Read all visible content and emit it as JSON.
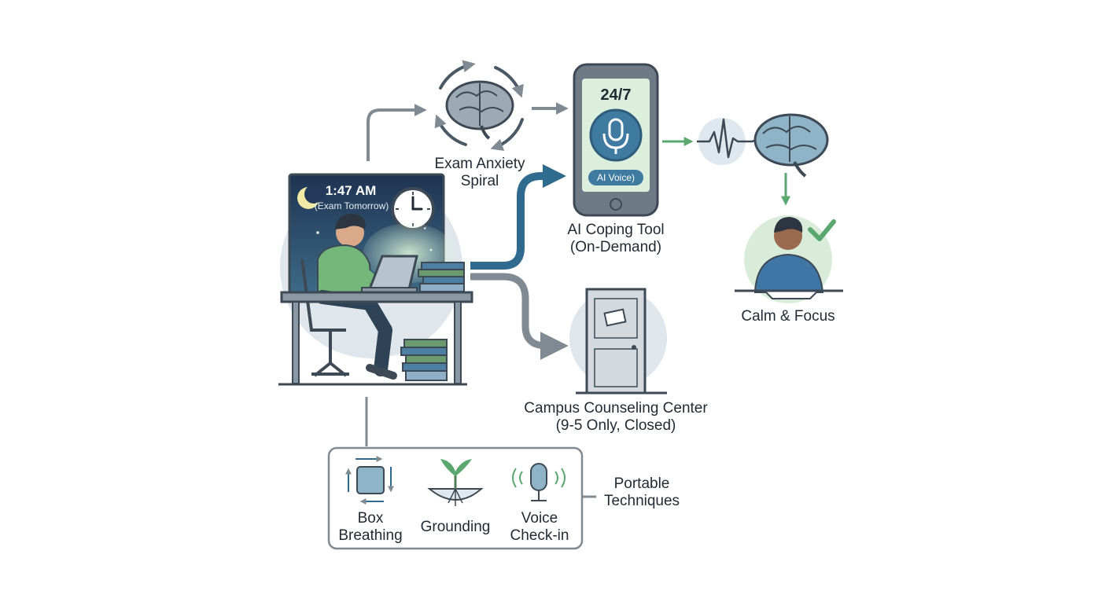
{
  "student_scene": {
    "time": "1:47 AM",
    "note": "(Exam Tomorrow)"
  },
  "anxiety": {
    "line1": "Exam Anxiety",
    "line2": "Spiral"
  },
  "phone": {
    "badge": "24/7",
    "pill": "AI Voice)"
  },
  "ai_tool": {
    "line1": "AI Coping Tool",
    "line2": "(On-Demand)"
  },
  "outcome": {
    "label": "Calm & Focus"
  },
  "counseling": {
    "line1": "Campus Counseling Center",
    "line2": "(9-5 Only, Closed)"
  },
  "techniques": {
    "title_line1": "Portable",
    "title_line2": "Techniques",
    "items": [
      {
        "line1": "Box",
        "line2": "Breathing",
        "icon": "box-breathing-icon"
      },
      {
        "line1": "Grounding",
        "line2": "",
        "icon": "sprout-icon"
      },
      {
        "line1": "Voice",
        "line2": "Check-in",
        "icon": "microphone-icon"
      }
    ]
  },
  "colors": {
    "accent_blue": "#2f6a8f",
    "accent_green": "#5aa870",
    "arrow_gray": "#7f8a92",
    "night_sky": "#1f3553"
  }
}
